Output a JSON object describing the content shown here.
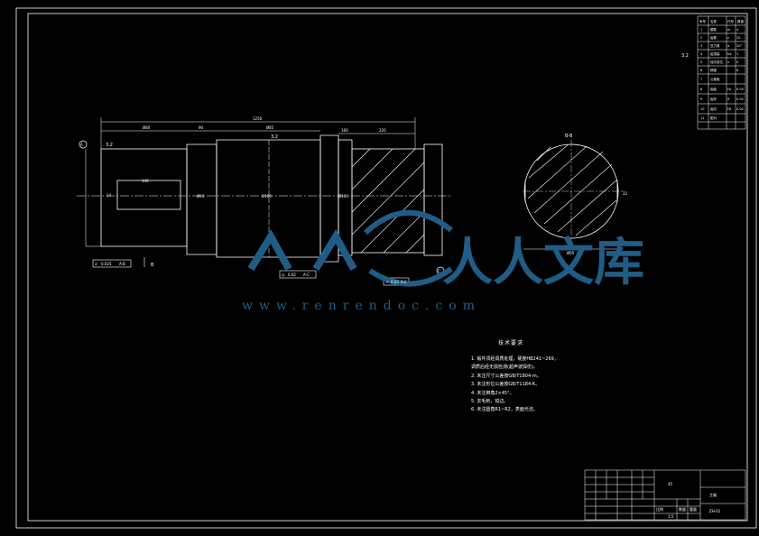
{
  "drawing": {
    "dimensions": {
      "overall_length": "1250",
      "shaft_dia_1": "Ø80",
      "keyway_len": "140",
      "gap": "90",
      "section_len": "220",
      "small_len": "160",
      "dia_mid": "Ø85",
      "dia_a": "Ø90",
      "dia_b": "Ø100",
      "dia_c": "Ø110",
      "key_w": "22",
      "key_d": "14",
      "section_dim": "Ø95"
    },
    "roughness": [
      "3.2",
      "3.2",
      "3.2"
    ],
    "datums": [
      "A",
      "B",
      "C"
    ],
    "section_label": "B-B",
    "section_cut_label": "B",
    "tolerance_frames": [
      {
        "symbol": "⌭",
        "value": "0.025",
        "datum": "A-B"
      },
      {
        "symbol": "◎",
        "value": "0.02",
        "datum": "A-C"
      },
      {
        "symbol": "↗",
        "value": "0.03",
        "datum": "A-C"
      }
    ],
    "corner_roughness": "3.2"
  },
  "tech_requirements": {
    "title": "技术要求",
    "items": [
      "1. 锻件须经调质处理，硬度HB241~269，",
      "   调质后经无损检测(超声波探伤)。",
      "2. 未注尺寸公差按GB/T1804-m。",
      "3. 未注形位公差按GB/T1184-K。",
      "4. 未注倒角2×45°。",
      "5. 去毛刺，锐边。",
      "6. 未注圆角R1~R2，表面光洁。"
    ]
  },
  "title_block": {
    "part_name": "主轴",
    "material": "45",
    "scale": "1:5",
    "drawing_no": "ZH-01",
    "ratio_label": "比例",
    "qty_label": "数量",
    "weight_label": "重量"
  },
  "side_table": {
    "headers": [
      "序号",
      "名称",
      "代号",
      "数值"
    ],
    "rows": [
      [
        "1",
        "模数",
        "m",
        "4"
      ],
      [
        "2",
        "齿数",
        "z",
        "20"
      ],
      [
        "3",
        "压力角",
        "α",
        "20°"
      ],
      [
        "4",
        "齿顶高",
        "ha",
        "1"
      ],
      [
        "5",
        "径向变位",
        "x",
        "0"
      ],
      [
        "6",
        "精度",
        "",
        "8"
      ],
      [
        "7",
        "公差组",
        "",
        ""
      ],
      [
        "8",
        "齿距",
        "Fp",
        "0.05"
      ],
      [
        "9",
        "齿形",
        "ff",
        "0.02"
      ],
      [
        "10",
        "齿向",
        "Fβ",
        "0.02"
      ],
      [
        "11",
        "配对",
        "",
        ""
      ]
    ]
  },
  "watermark": {
    "name": "人人文库",
    "url": "www.renrendoc.com"
  },
  "colors": {
    "line": "#ffffff",
    "background": "#000000",
    "watermark": "#1f5d86"
  }
}
